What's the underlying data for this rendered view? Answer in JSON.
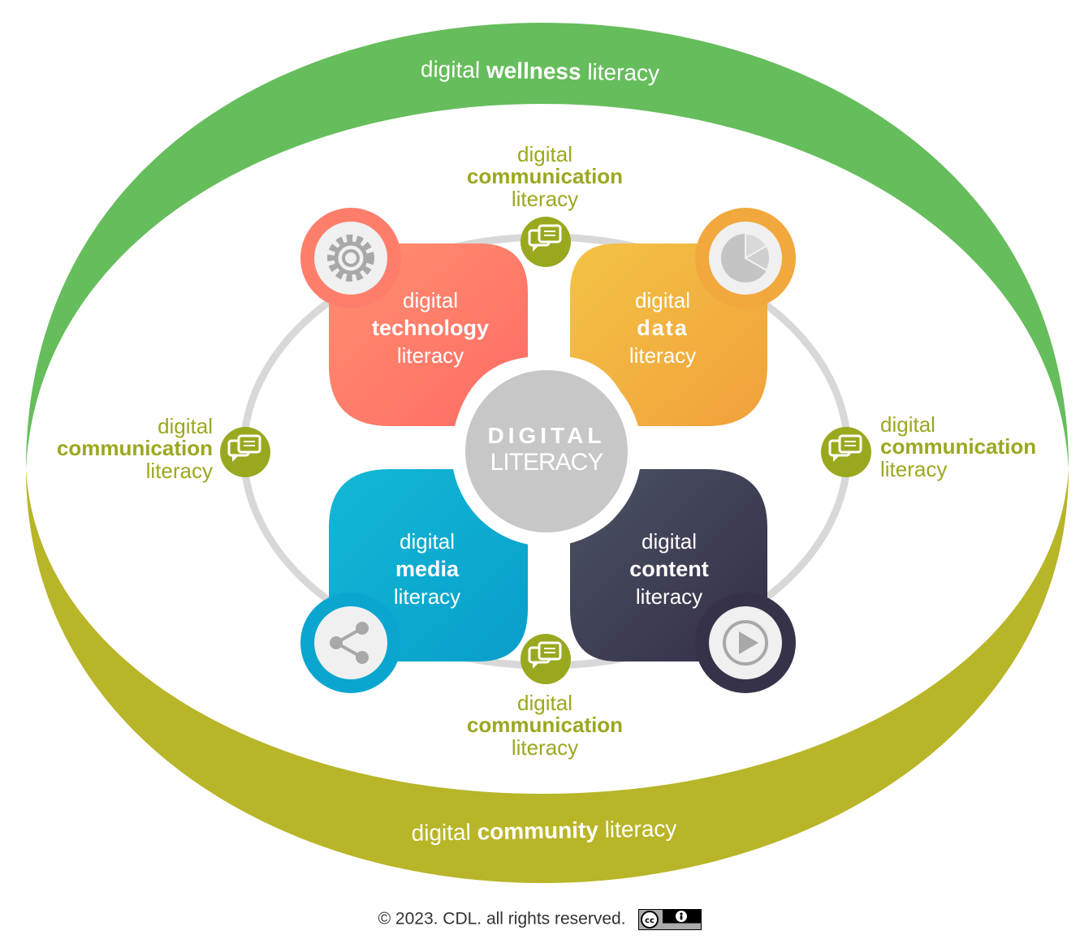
{
  "outer_top": {
    "pre": "digital",
    "bold": "wellness",
    "post": "literacy"
  },
  "outer_bottom": {
    "pre": "digital",
    "bold": "community",
    "post": "literacy"
  },
  "communication_label": {
    "l1": "digital",
    "l2": "communication",
    "l3": "literacy"
  },
  "center": {
    "line1": "DIGITAL",
    "line2": "LITERACY"
  },
  "quadrants": {
    "technology": {
      "l1": "digital",
      "l2": "technology",
      "l3": "literacy",
      "color_start": "#ff8a6e",
      "color_end": "#ff6b63",
      "icon": "gear-icon"
    },
    "data": {
      "l1": "digital",
      "l2": "data",
      "l3": "literacy",
      "color_start": "#f2c044",
      "color_end": "#f2a23a",
      "icon": "pie-chart-icon"
    },
    "media": {
      "l1": "digital",
      "l2": "media",
      "l3": "literacy",
      "color_start": "#12b6d4",
      "color_end": "#0aa0cc",
      "icon": "share-icon"
    },
    "content": {
      "l1": "digital",
      "l2": "content",
      "l3": "literacy",
      "color_start": "#4a4f60",
      "color_end": "#353248",
      "icon": "play-icon"
    }
  },
  "colors": {
    "green": "#66bd5c",
    "olive": "#b8b528",
    "comm": "#9aa81f",
    "ring": "#d6d6d6",
    "center": "#c6c6c6"
  },
  "footer": {
    "text": "© 2023. CDL. all rights reserved."
  }
}
